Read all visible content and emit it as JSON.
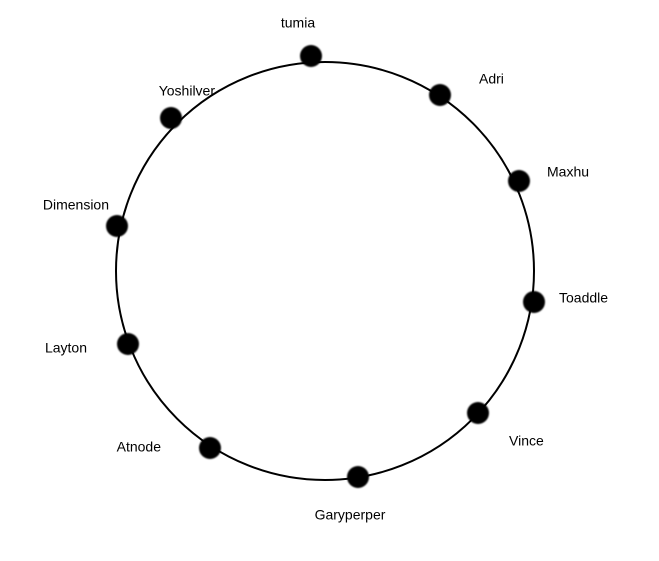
{
  "diagram": {
    "ring_color": "#000000",
    "node_color": "#000000",
    "nodes": [
      {
        "name": "tumia"
      },
      {
        "name": "Adri"
      },
      {
        "name": "Maxhu"
      },
      {
        "name": "Toaddle"
      },
      {
        "name": "Vince"
      },
      {
        "name": "Garyperper"
      },
      {
        "name": "Atnode"
      },
      {
        "name": "Layton"
      },
      {
        "name": "Dimension"
      },
      {
        "name": "Yoshilver"
      }
    ]
  }
}
